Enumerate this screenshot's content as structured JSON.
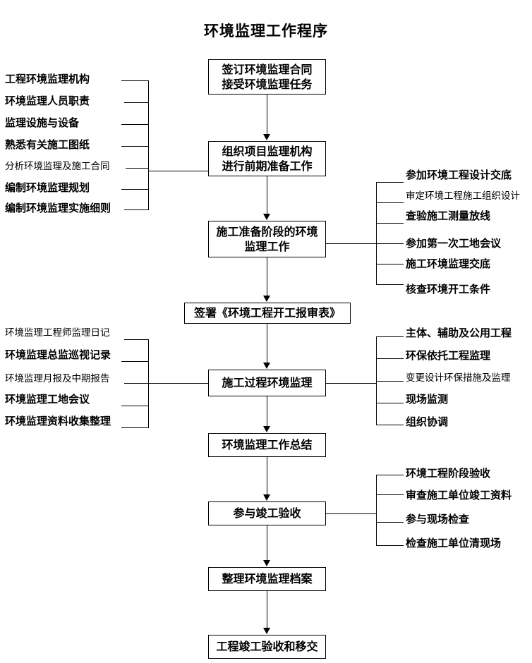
{
  "title": "环境监理工作程序",
  "flow": {
    "boxes": [
      {
        "id": "contract",
        "lines": [
          "签订环境监理合同",
          "接受环境监理任务"
        ]
      },
      {
        "id": "org",
        "lines": [
          "组织项目监理机构",
          "进行前期准备工作"
        ]
      },
      {
        "id": "prep",
        "lines": [
          "施工准备阶段的环境",
          "监理工作"
        ]
      },
      {
        "id": "signform",
        "lines": [
          "签署《环境工程开工报审表》"
        ]
      },
      {
        "id": "process",
        "lines": [
          "施工过程环境监理"
        ]
      },
      {
        "id": "summary",
        "lines": [
          "环境监理工作总结"
        ]
      },
      {
        "id": "acceptance",
        "lines": [
          "参与竣工验收"
        ]
      },
      {
        "id": "archive",
        "lines": [
          "整理环境监理档案"
        ]
      },
      {
        "id": "handover",
        "lines": [
          "工程竣工验收和移交"
        ]
      }
    ]
  },
  "left_group_1": {
    "attached_to": "org",
    "items": [
      {
        "text": "工程环境监理机构",
        "weight": "bold"
      },
      {
        "text": "环境监理人员职责",
        "weight": "bold"
      },
      {
        "text": "监理设施与设备",
        "weight": "bold"
      },
      {
        "text": "熟悉有关施工图纸",
        "weight": "bold"
      },
      {
        "text": "分析环境监理及施工合同",
        "weight": "light"
      },
      {
        "text": "编制环境监理规划",
        "weight": "bold"
      },
      {
        "text": "编制环境监理实施细则",
        "weight": "bold"
      }
    ]
  },
  "left_group_2": {
    "attached_to": "process",
    "items": [
      {
        "text": "环境监理工程师监理日记",
        "weight": "light"
      },
      {
        "text": "环境监理总监巡视记录",
        "weight": "bold"
      },
      {
        "text": "环境监理月报及中期报告",
        "weight": "light"
      },
      {
        "text": "环境监理工地会议",
        "weight": "bold"
      },
      {
        "text": "环境监理资料收集整理",
        "weight": "bold"
      }
    ]
  },
  "right_group_1": {
    "attached_to": "prep",
    "items": [
      {
        "text": "参加环境工程设计交底",
        "weight": "bold"
      },
      {
        "text": "审定环境工程施工组织设计",
        "weight": "light"
      },
      {
        "text": "查验施工测量放线",
        "weight": "bold"
      },
      {
        "text": "参加第一次工地会议",
        "weight": "bold"
      },
      {
        "text": "施工环境监理交底",
        "weight": "bold"
      },
      {
        "text": "核查环境开工条件",
        "weight": "bold"
      }
    ]
  },
  "right_group_2": {
    "attached_to": "process",
    "items": [
      {
        "text": "主体、辅助及公用工程",
        "weight": "bold"
      },
      {
        "text": "环保依托工程监理",
        "weight": "bold"
      },
      {
        "text": "变更设计环保措施及监理",
        "weight": "light"
      },
      {
        "text": "现场监测",
        "weight": "bold"
      },
      {
        "text": "组织协调",
        "weight": "bold"
      }
    ]
  },
  "right_group_3": {
    "attached_to": "acceptance",
    "items": [
      {
        "text": "环境工程阶段验收",
        "weight": "bold"
      },
      {
        "text": "审查施工单位竣工资料",
        "weight": "bold"
      },
      {
        "text": "参与现场检查",
        "weight": "bold"
      },
      {
        "text": "检查施工单位清现场",
        "weight": "bold"
      }
    ]
  },
  "colors": {
    "line": "#000000",
    "box_fill": "#ffffff",
    "text": "#000000"
  }
}
